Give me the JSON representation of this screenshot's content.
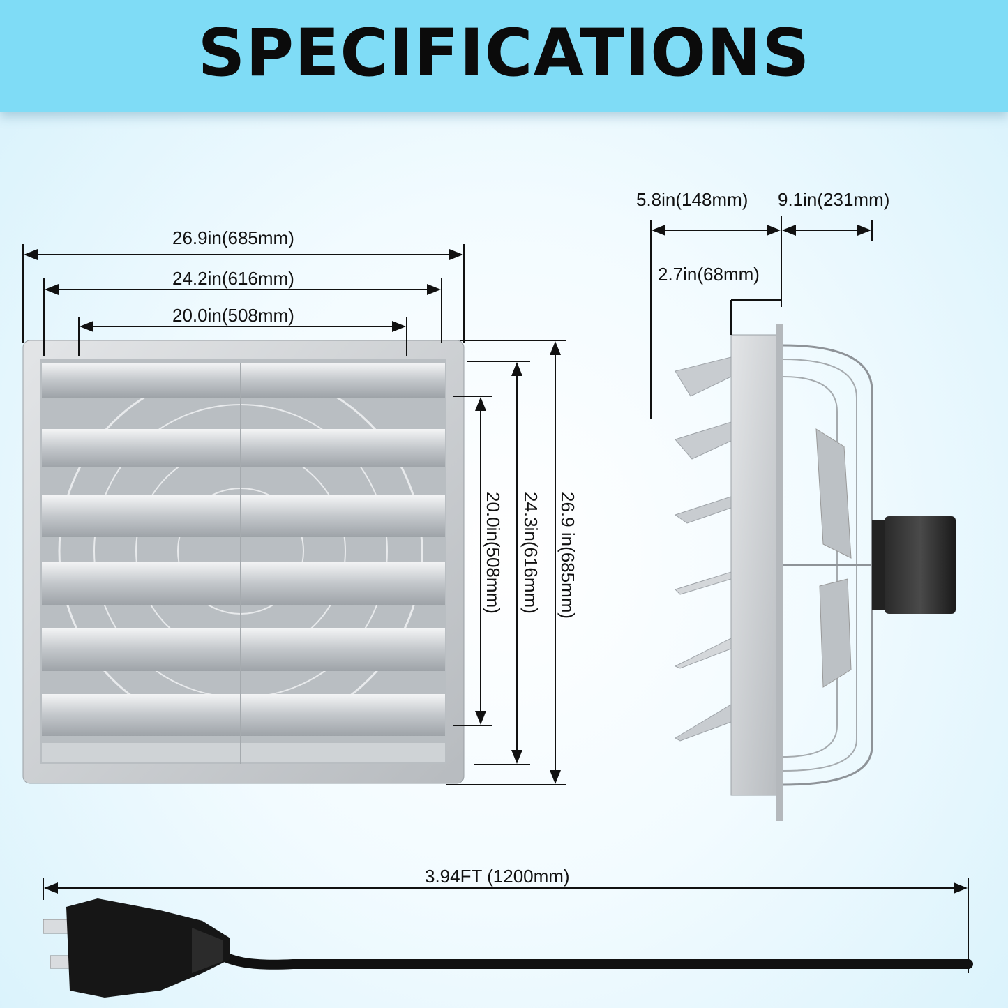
{
  "header": {
    "title": "SPECIFICATIONS"
  },
  "front_view": {
    "width_outer": "26.9in(685mm)",
    "width_mid": "24.2in(616mm)",
    "width_inner": "20.0in(508mm)",
    "height_inner": "20.0in(508mm)",
    "height_mid": "24.3in(616mm)",
    "height_outer": "26.9 in(685mm)"
  },
  "side_view": {
    "depth_front": "5.8in(148mm)",
    "depth_back": "9.1in(231mm)",
    "flange": "2.7in(68mm)"
  },
  "cord": {
    "length": "3.94FT (1200mm)"
  },
  "colors": {
    "banner": "#7fdcf6",
    "metal": "#c9ccd0",
    "cord": "#111111"
  }
}
